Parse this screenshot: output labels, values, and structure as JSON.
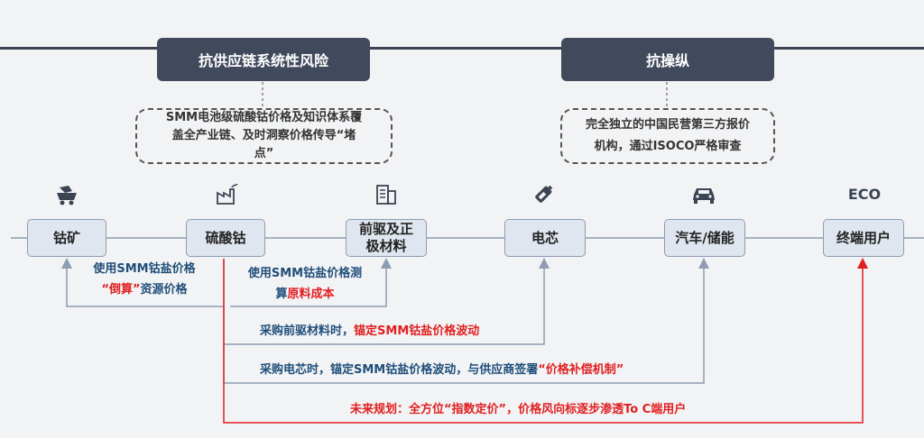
{
  "headers": {
    "supply_risk": "抗供应链系统性风险",
    "anti_manipulation": "抗操纵"
  },
  "notes": {
    "left_line1": "SMM电池级硫酸钴价格及知识体系覆",
    "left_line2": "盖全产业链、及时洞察价格传导“堵",
    "left_line3": "点”",
    "right_line1": "完全独立的中国民营第三方报价",
    "right_line2": "机构，通过ISOCO严格审查"
  },
  "nodes": {
    "mine": "钴矿",
    "sulfate": "硫酸钴",
    "precursor_line1": "前驱及正",
    "precursor_line2": "极材料",
    "cell": "电芯",
    "vehicle": "汽车/储能",
    "end_user": "终端用户"
  },
  "icons": {
    "mine": "mine-cart-icon",
    "sulfate": "factory-icon",
    "precursor": "building-icon",
    "cell": "battery-icon",
    "vehicle": "car-icon",
    "end_user_text": "ECO"
  },
  "labels": {
    "l1_line1": "使用SMM钴盐价格",
    "l1_line2_q": "“倒算”",
    "l1_line2_rest": "资源价格",
    "l2_line1": "使用SMM钴盐价格测",
    "l2_line2_a": "算",
    "l2_line2_red": "原料成本",
    "l3_a": "采购前驱材料时，",
    "l3_red": "锚定SMM钴盐价格波动",
    "l4_a": "采购电芯时，锚定SMM钴盐价格波动，与供应商签署",
    "l4_red": "“价格补偿机制”",
    "l5_red": "未来规划：全方位“指数定价”，价格风向标逐步渗透To C端用户"
  },
  "colors": {
    "dark": "#414a5c",
    "node_fill": "#dfe6ef",
    "node_border": "#8d9db2",
    "blue_text": "#1f4e79",
    "red": "#e02020",
    "connector": "#8d9db2"
  }
}
